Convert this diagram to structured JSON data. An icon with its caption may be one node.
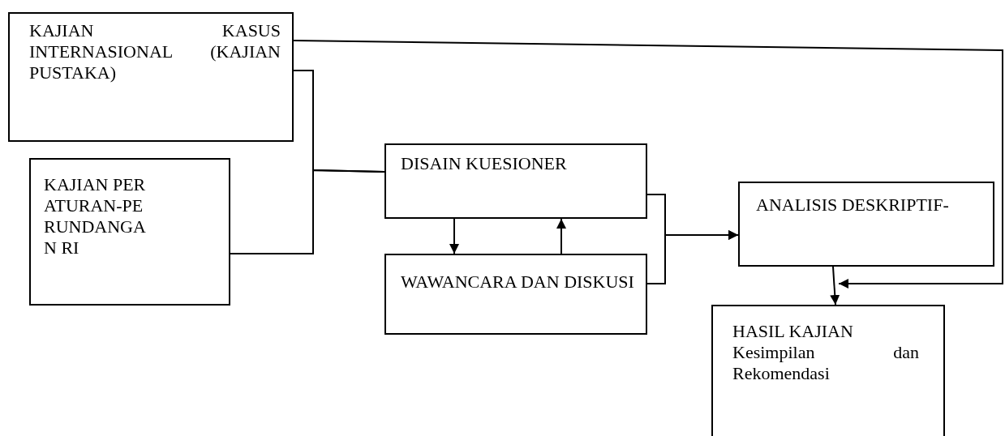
{
  "diagram": {
    "nodes": [
      {
        "text": [
          "KAJIAN KASUS INTERNASIONAL (KAJIAN PUSTAKA)"
        ]
      },
      {
        "text": [
          "KAJIAN PERATURAN-PERUNDANGAN RI"
        ]
      },
      {
        "text": [
          "DISAIN KUESIONER"
        ]
      },
      {
        "text": [
          "WAWANCARA DAN DISKUSI"
        ]
      },
      {
        "text": [
          "ANALISIS DESKRIPTIF-"
        ]
      },
      {
        "text": [
          "HASIL KAJIAN",
          "Kesimpilan dan Rekomendasi"
        ]
      }
    ],
    "edges": [
      {
        "from": 0,
        "to": 2,
        "arrow": "none"
      },
      {
        "from": 1,
        "to": 2,
        "arrow": "none"
      },
      {
        "from": 2,
        "to": 3,
        "arrow": "to"
      },
      {
        "from": 3,
        "to": 2,
        "arrow": "to"
      },
      {
        "from": 2,
        "to": 4,
        "arrow": "to"
      },
      {
        "from": 3,
        "to": 4,
        "arrow": "to"
      },
      {
        "from": 4,
        "to": 5,
        "arrow": "to"
      },
      {
        "from": 0,
        "to": 5,
        "arrow": "to"
      }
    ]
  }
}
